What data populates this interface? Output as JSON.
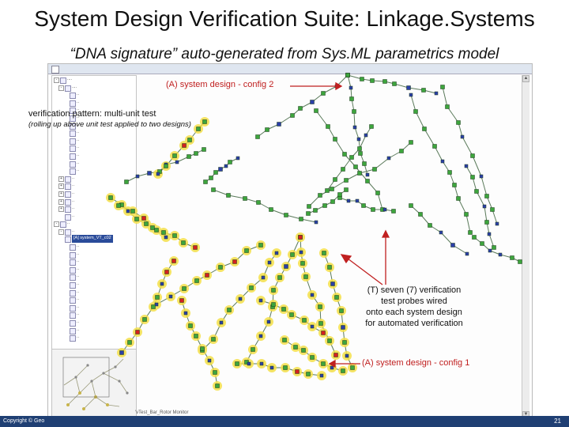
{
  "slide": {
    "title": "System Design Verification Suite: Linkage.Systems",
    "subtitle": "“DNA signature” auto-generated from Sys.ML parametrics model",
    "page_number": "21",
    "copyright": "Copyright © Geo"
  },
  "annotations": {
    "config2": "(A) system design - config 2",
    "pattern_line1": "verification pattern: multi-unit test",
    "pattern_line2": "(rolling up above unit test applied to two designs)",
    "probes_line1": "(T) seven (7) verification",
    "probes_line2": "test probes wired",
    "probes_line3": "onto each system design",
    "probes_line4": "for automated verification",
    "config1": "(A) system design - config 1"
  },
  "screenshot": {
    "tree_selected": "[A] system_VT_c02",
    "status_text": "'vTest_Bar_Rotor Monitor"
  },
  "colors": {
    "red_arrow": "#c02020",
    "footer": "#1f3f73",
    "node_green": "#3da53d",
    "node_blue": "#2b3fa8",
    "node_red": "#d42020",
    "highlight": "#f4e04a"
  }
}
